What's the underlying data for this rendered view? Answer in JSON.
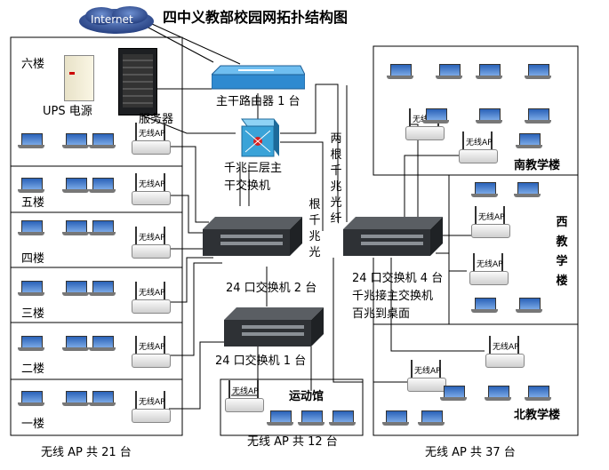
{
  "title": "四中义教部校园网拓扑结构图",
  "internet": "Internet",
  "ap_label": "无线AP",
  "devices": {
    "ups": "UPS 电源",
    "server": "服务器",
    "main_router": "主干路由器 1 台",
    "core_switch_line1": "千兆三层主",
    "core_switch_line2": "干交换机",
    "switch2": "24 口交换机 2 台",
    "switch1": "24 口交换机 1 台",
    "switch4_line1": "24 口交换机 4 台",
    "switch4_line2": "千兆接主交换机",
    "switch4_line3": "百兆到桌面"
  },
  "links": {
    "two_fiber": "两根千兆光纤",
    "one_fiber": "根千兆光"
  },
  "floors": [
    "六楼",
    "五楼",
    "四楼",
    "三楼",
    "二楼",
    "一楼"
  ],
  "buildings": {
    "south": "南教学楼",
    "west": "西教学楼",
    "north": "北教学楼",
    "gym": "运动馆"
  },
  "totals": {
    "left": "无线 AP 共 21 台",
    "middle": "无线 AP 共 12 台",
    "right": "无线 AP 共 37 台"
  },
  "colors": {
    "router": "#3f9be0",
    "core_switch": "#3aa3d8",
    "switch_body": "#3b3e42",
    "cloud": "#3a5fa8"
  }
}
